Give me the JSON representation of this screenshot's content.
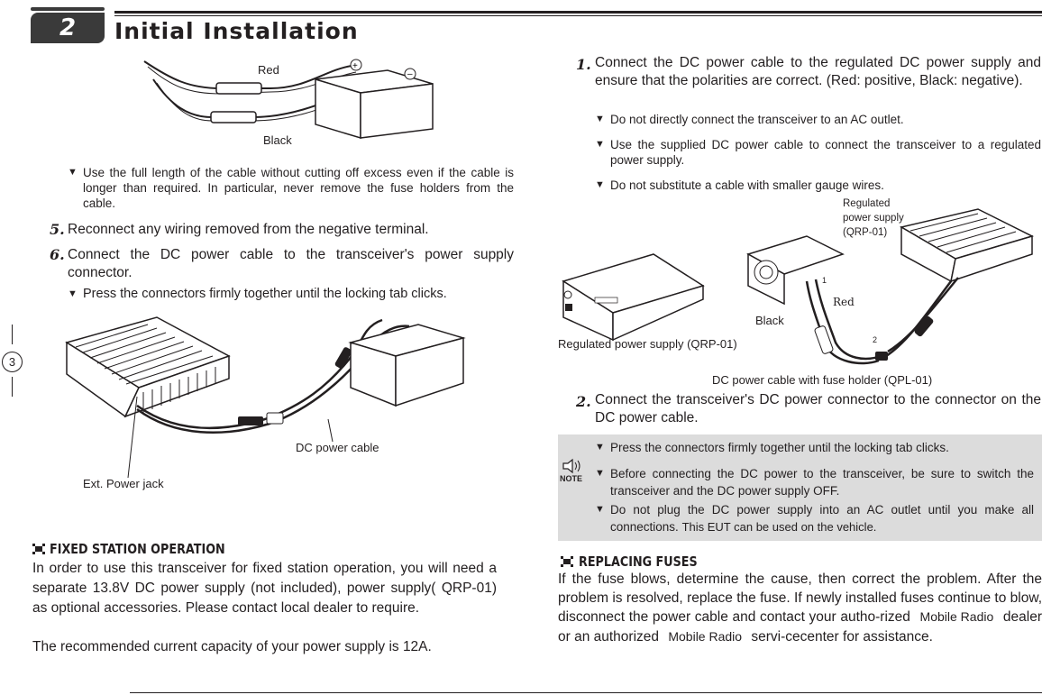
{
  "header": {
    "chapter_number": "2",
    "title": "Initial Installation"
  },
  "page_number": "3",
  "left": {
    "fig1_labels": {
      "red": "Red",
      "black": "Black"
    },
    "bullet_cable": "Use the full length of the cable without cutting off excess even if the cable is longer than required. In particular, never remove the fuse holders from the cable.",
    "step5": {
      "num": "5.",
      "text": "Reconnect any wiring removed from the negative terminal."
    },
    "step6": {
      "num": "6.",
      "text": "Connect the DC power cable to the transceiver's power supply connector."
    },
    "bullet_press": "Press the connectors firmly together until the locking tab clicks.",
    "fig2_labels": {
      "dc_cable": "DC power cable",
      "ext_jack": "Ext. Power jack"
    },
    "fixed_station": {
      "heading": "FIXED STATION OPERATION",
      "para1": "In order to use this transceiver for fixed station operation, you will need a separate 13.8V DC power supply (not included), power supply( QRP-01) as optional accessories. Please contact local dealer to require.",
      "para2": "The recommended current capacity of your power supply is 12A."
    }
  },
  "right": {
    "step1": {
      "num": "1.",
      "text": "Connect the DC power cable to the regulated DC power supply and ensure that the polarities are correct. (Red: positive, Black: negative)."
    },
    "bullets1": [
      "Do not directly connect the transceiver to an AC outlet.",
      "Use the supplied DC power cable to connect the transceiver to a regulated power supply.",
      "Do not substitute a cable with smaller gauge wires."
    ],
    "fig3_labels": {
      "reg_line1": "Regulated",
      "reg_line2": "power supply",
      "reg_line3": "(QRP-01)",
      "black": "Black",
      "red": "Red",
      "num1": "1",
      "num2": "2",
      "reg_psu": "Regulated power supply (QRP-01)",
      "dc_cable_fuse": "DC power cable with fuse holder (QPL-01)"
    },
    "step2": {
      "num": "2.",
      "text": "Connect the transceiver's DC power connector to the connector on the DC power cable."
    },
    "note": {
      "icon_label": "NOTE",
      "items": [
        "Press the connectors firmly together until the locking tab clicks.",
        "Before connecting the DC power to the transceiver, be sure to switch the transceiver and the DC power supply OFF.",
        "Do not plug the DC power supply into an AC outlet until you make all connections."
      ],
      "extra": "This EUT can be used on the vehicle."
    },
    "replacing_fuses": {
      "heading": "REPLACING FUSES",
      "text_a": "If the fuse blows, determine the cause, then correct the problem. After the problem is resolved, replace the fuse. If newly installed fuses continue to blow, disconnect the power cable and contact your autho-rized",
      "brand1": "Mobile Radio",
      "text_b": "dealer or an authorized",
      "brand2": "Mobile Radio",
      "text_c": "servi-cecenter for assistance."
    }
  }
}
